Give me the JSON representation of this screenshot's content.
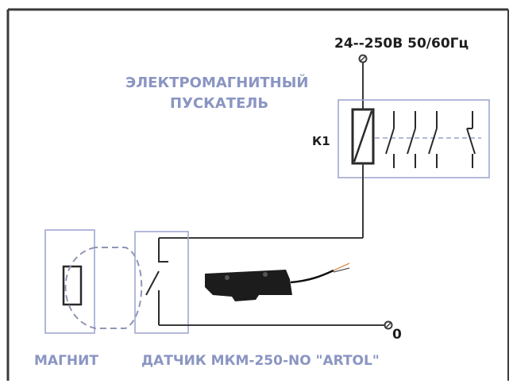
{
  "diagram": {
    "supply_label": "24--250В 50/60Гц",
    "starter_label_line1": "ЭЛЕКТРОМАГНИТНЫЙ",
    "starter_label_line2": "ПУСКАТЕЛЬ",
    "relay_designation": "К1",
    "zero_label": "0",
    "magnet_label": "МАГНИТ",
    "sensor_label": "ДАТЧИК МКМ-250-NO \"ARTOL\""
  },
  "colors": {
    "wire": "#3a3a3a",
    "box_outline": "#9aa2cf",
    "label_blue": "#8a95c2",
    "label_dark": "#1e1e1e"
  }
}
